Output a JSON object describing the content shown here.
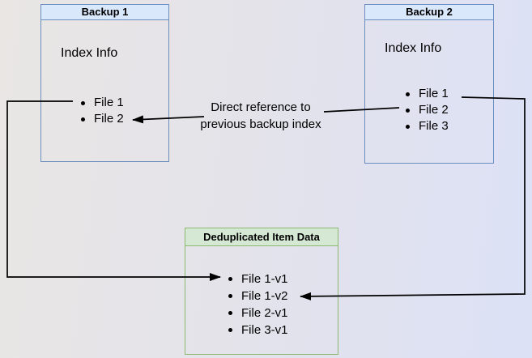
{
  "diagram": {
    "backup1": {
      "title": "Backup 1",
      "section_label": "Index Info",
      "items": [
        "File 1",
        "File 2"
      ]
    },
    "backup2": {
      "title": "Backup 2",
      "section_label": "Index Info",
      "items": [
        "File 1",
        "File 2",
        "File 3"
      ]
    },
    "dedup_store": {
      "title": "Deduplicated Item Data",
      "items": [
        "File 1-v1",
        "File 1-v2",
        "File 2-v1",
        "File 3-v1"
      ]
    },
    "annotation": {
      "line1": "Direct reference to",
      "line2": "previous backup index"
    },
    "colors": {
      "blue_border": "#6c8ebf",
      "blue_header_fill": "#dae8fc",
      "green_border": "#8cb86f",
      "green_header_fill": "#d5e8d4",
      "arrow": "#000000",
      "background_left": "#e9e6e4",
      "background_right": "#dce1f6"
    }
  }
}
